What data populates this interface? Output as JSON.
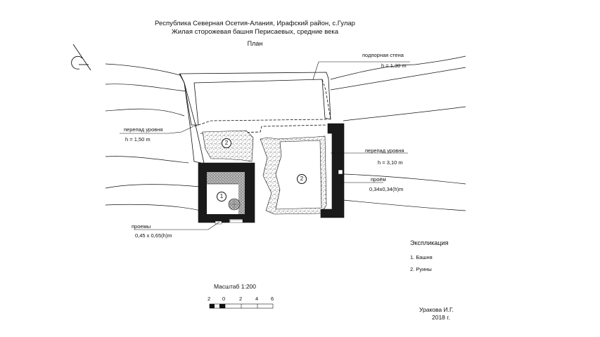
{
  "title": {
    "line1": "Республика Северная Осетия-Алания, Ирафский район, с.Гулар",
    "line2": "Жилая сторожевая башня Перисаевых, средние века",
    "line3": "План"
  },
  "annotations": {
    "podpornaya_label": "подпорная стена",
    "podpornaya_value": "h = 1,30 m",
    "perepad_left_label": "перепад уровня",
    "perepad_left_value": "h = 1,50 m",
    "perepad_right_label": "перепад уровня",
    "perepad_right_value": "h = 3,10 m",
    "proem_label": "проём",
    "proem_value": "0,34x0,34(h)m",
    "proemy_label": "проемы",
    "proemy_value": "0,45 x 0,65(h)m"
  },
  "zones": {
    "zone1_number": "1",
    "zone2a_number": "2",
    "zone2b_number": "2"
  },
  "legend": {
    "title": "Экспликация",
    "items": [
      "1. Башня",
      "2. Руины"
    ]
  },
  "scale": {
    "label": "Масштаб 1:200",
    "ticks": [
      "2",
      "0",
      "2",
      "4",
      "6"
    ]
  },
  "author": {
    "name": "Уракова И.Г.",
    "year": "2018 г."
  },
  "icons": {
    "north": "north-arrow-icon"
  }
}
